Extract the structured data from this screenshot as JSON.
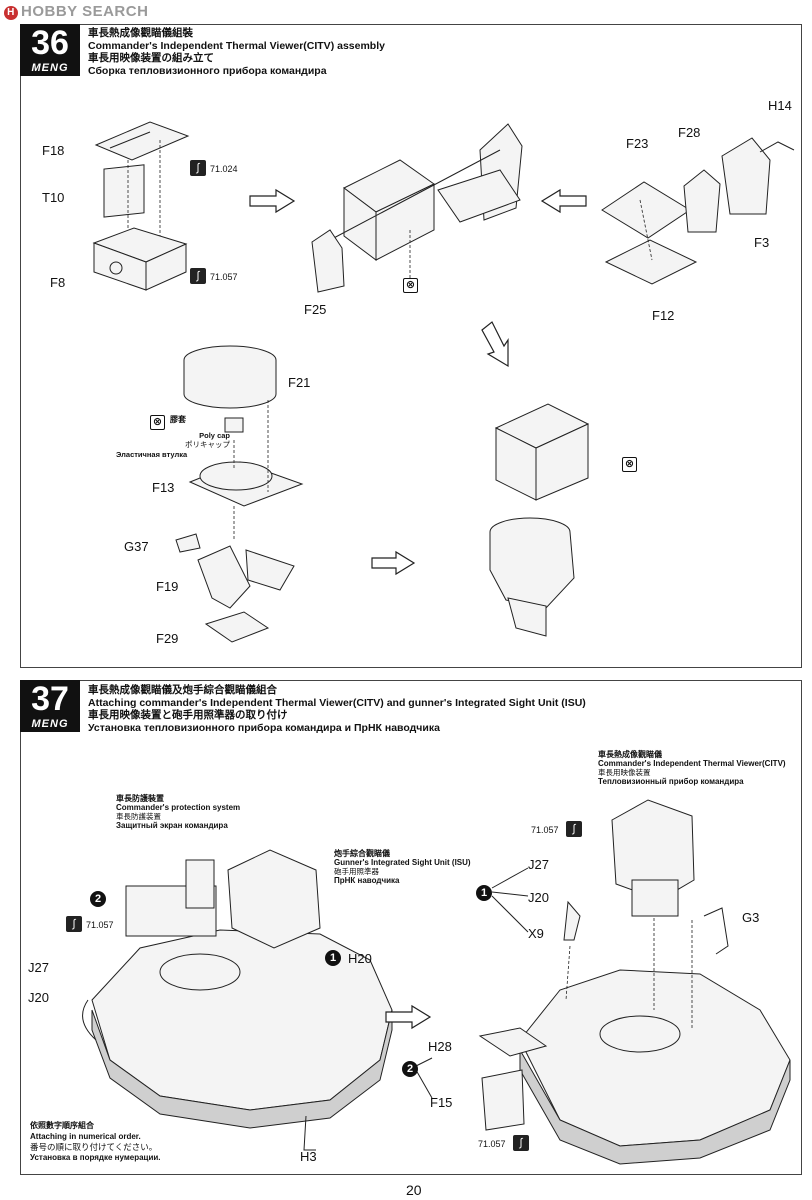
{
  "watermark": "HOBBY SEARCH",
  "watermark_icon": "hobby-search-logo-icon",
  "brand": "MENG",
  "step36": {
    "number": "36",
    "title_cn": "車長熱成像觀瞄儀組裝",
    "title_en": "Commander's Independent Thermal Viewer(CITV) assembly",
    "title_jp": "車長用映像装置の組み立て",
    "title_ru": "Сборка тепловизионного прибора командира",
    "parts": {
      "f18": "F18",
      "t10": "T10",
      "f8": "F8",
      "f25": "F25",
      "f23": "F23",
      "f28": "F28",
      "h14": "H14",
      "f3": "F3",
      "f12": "F12",
      "f21": "F21",
      "f13": "F13",
      "g37": "G37",
      "f19": "F19",
      "f29": "F29"
    },
    "paint_a": "71.024",
    "paint_b": "71.057",
    "polycap": {
      "cn": "膠套",
      "en": "Poly cap",
      "jp": "ポリキャップ",
      "ru": "Эластичная втулка"
    }
  },
  "step37": {
    "number": "37",
    "title_cn": "車長熱成像觀瞄儀及炮手綜合觀瞄儀組合",
    "title_en": "Attaching commander's Independent Thermal Viewer(CITV) and gunner's Integrated Sight Unit (ISU)",
    "title_jp": "車長用映像装置と砲手用照準器の取り付け",
    "title_ru": "Установка тепловизионного прибора командира и ПрНК наводчика",
    "protection": {
      "cn": "車長防護裝置",
      "en": "Commander's protection system",
      "jp": "車長防護装置",
      "ru": "Защитный экран командира"
    },
    "isu": {
      "cn": "炮手綜合觀瞄儀",
      "en": "Gunner's Integrated Sight Unit (ISU)",
      "jp": "砲手用照準器",
      "ru": "ПрНК наводчика"
    },
    "citv": {
      "cn": "車長熱成像觀瞄儀",
      "en": "Commander's Independent Thermal Viewer(CITV)",
      "jp": "車長用映像装置",
      "ru": "Тепловизионный прибор командира"
    },
    "parts": {
      "h20": "H20",
      "j27": "J27",
      "j20": "J20",
      "h3": "H3",
      "j27b": "J27",
      "j20b": "J20",
      "x9": "X9",
      "g3": "G3",
      "h28": "H28",
      "f15": "F15"
    },
    "paint": "71.057",
    "seq1": "1",
    "seq2": "2",
    "order": {
      "cn": "依照數字順序組合",
      "en": "Attaching in numerical order.",
      "jp": "番号の順に取り付けてください。",
      "ru": "Установка в порядке нумерации."
    }
  },
  "page_number": "20"
}
